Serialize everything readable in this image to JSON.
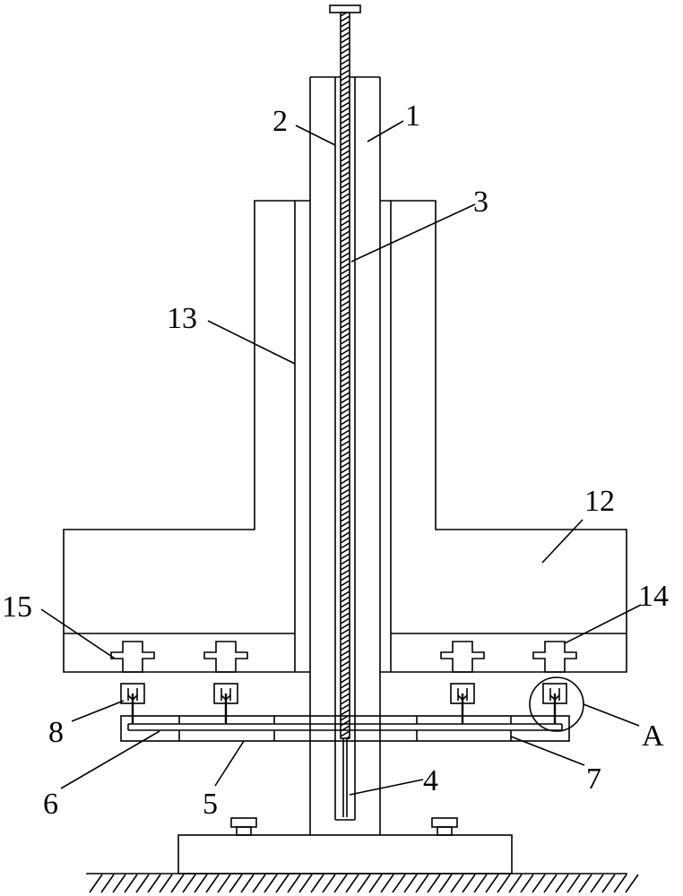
{
  "labels": {
    "l1": "1",
    "l2": "2",
    "l3": "3",
    "l4": "4",
    "l5": "5",
    "l6": "6",
    "l7": "7",
    "l8": "8",
    "l12": "12",
    "l13": "13",
    "l14": "14",
    "l15": "15",
    "lA": "A"
  },
  "colors": {
    "stroke": "#000000",
    "background": "#ffffff"
  }
}
